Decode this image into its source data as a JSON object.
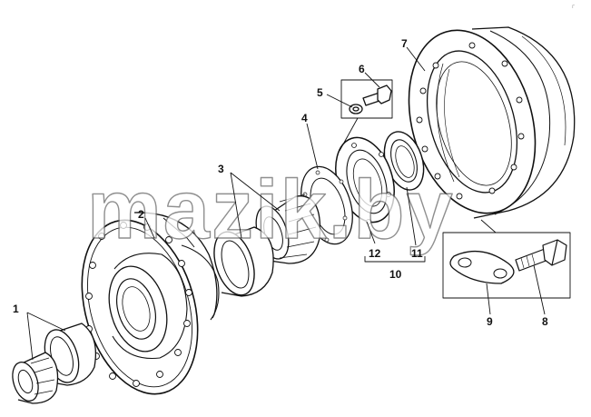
{
  "diagram": {
    "watermark": "mazik.by",
    "corner_mark": "г",
    "callouts": {
      "c1": "1",
      "c2": "2",
      "c3": "3",
      "c4": "4",
      "c5": "5",
      "c6": "6",
      "c7": "7",
      "c8": "8",
      "c9": "9",
      "c10": "10",
      "c11": "11",
      "c12": "12"
    },
    "colors": {
      "ink": "#111111",
      "paper": "#ffffff",
      "watermark_stroke": "#6a6a6a"
    }
  }
}
